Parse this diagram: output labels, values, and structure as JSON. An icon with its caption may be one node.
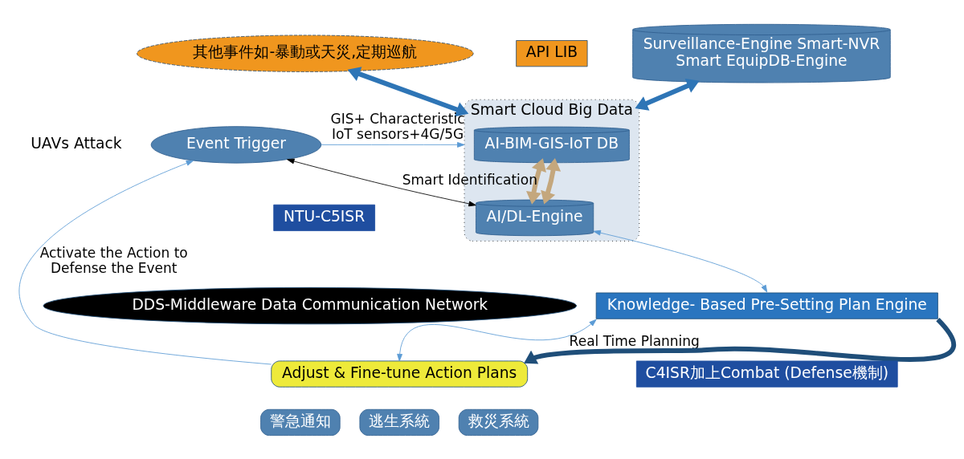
{
  "diagram": {
    "nodes": [
      {
        "text": [
          "其他事件如-暴動或天災,定期巡航"
        ]
      },
      {
        "text": [
          "API LIB"
        ]
      },
      {
        "text": [
          "Smart Cloud Big Data"
        ]
      },
      {
        "text": [
          "AI-BIM-GIS-IoT DB"
        ],
        "in": 2
      },
      {
        "text": [
          "AI/DL-Engine"
        ],
        "in": 2
      },
      {
        "text": [
          "Surveillance-Engine Smart-NVR",
          "Smart EquipDB-Engine"
        ]
      },
      {
        "text": [
          "Knowledge- Based Pre-Setting Plan Engine"
        ]
      },
      {
        "text": [
          "NTU-C5ISR"
        ]
      },
      {
        "text": [
          "DDS-Middleware Data Communication Network"
        ]
      },
      {
        "text": [
          "Event Trigger"
        ],
        "beside": [
          "UAVs Attack"
        ]
      },
      {
        "text": [
          "Adjust & Fine-tune Action Plans"
        ]
      },
      {
        "text": [
          "警急通知"
        ]
      },
      {
        "text": [
          "逃生系統"
        ]
      },
      {
        "text": [
          "救災系統"
        ]
      },
      {
        "text": [
          "C4ISR加上Combat (Defense機制)"
        ]
      }
    ],
    "edges": [
      {
        "from": 0,
        "to": 2,
        "arrow": "both",
        "style": "thick",
        "color": "#2e75b6"
      },
      {
        "from": 2,
        "to": 5,
        "arrow": "both",
        "style": "thick",
        "color": "#2e75b6"
      },
      {
        "from": 3,
        "to": 4,
        "arrow": "both",
        "style": "thick",
        "color": "#c4a77d"
      },
      {
        "from": 3,
        "to": 4,
        "arrow": "both",
        "style": "thick",
        "color": "#c4a77d"
      },
      {
        "from": 9,
        "to": 2,
        "arrow": "to",
        "label": "GIS+ Characteristic IoT sensors+4G/5G"
      },
      {
        "from": 9,
        "to": 4,
        "arrow": "both",
        "label": "Smart Identification",
        "color": "#000000"
      },
      {
        "from": 4,
        "to": 6,
        "arrow": "both"
      },
      {
        "from": 6,
        "to": 10,
        "arrow": "both",
        "label": "Real Time Planning"
      },
      {
        "from": 6,
        "to": 10,
        "arrow": "to",
        "style": "thick",
        "color": "#1f4e79"
      },
      {
        "from": 10,
        "to": 9,
        "arrow": "to",
        "label": "Activate the Action to Defense the Event"
      }
    ]
  }
}
